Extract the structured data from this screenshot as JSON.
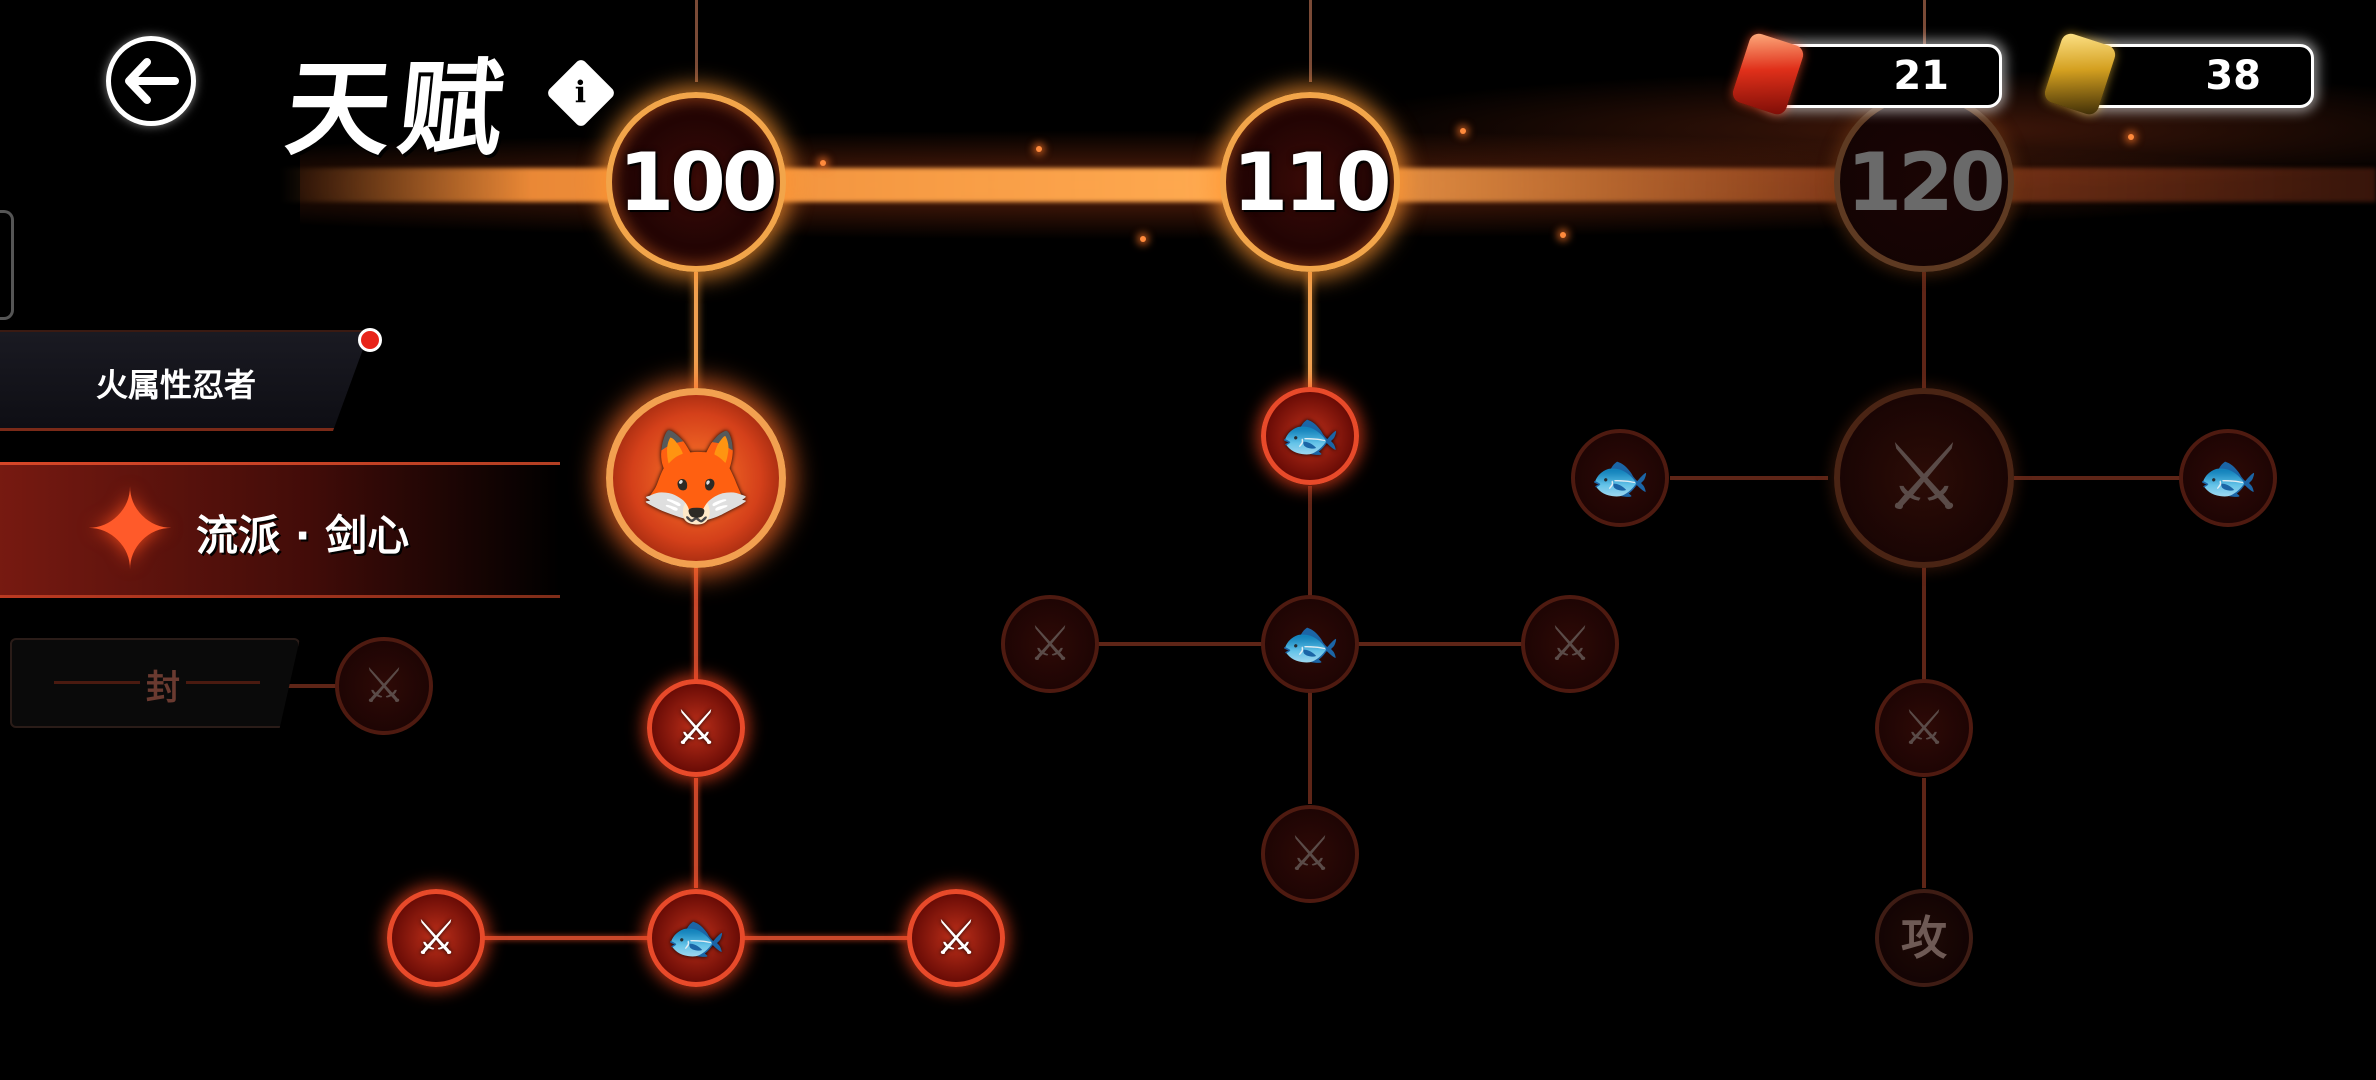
{
  "header": {
    "title": "天赋",
    "info_icon": "i",
    "back_icon": "←"
  },
  "currencies": [
    {
      "name": "red-gem",
      "value": "21",
      "color": "#e0301a"
    },
    {
      "name": "gold-gem",
      "value": "38",
      "color": "#d4a020"
    }
  ],
  "side_tabs": {
    "element_tab": "火属性忍者",
    "school_tab": "流派 · 剑心",
    "sealed_tab": "封"
  },
  "levels": [
    {
      "label": "100",
      "state": "unlocked"
    },
    {
      "label": "110",
      "state": "unlocked"
    },
    {
      "label": "120",
      "state": "locked"
    }
  ],
  "skill_glyphs": {
    "fox_dash": "🦊",
    "blade_up": "⚔",
    "scroll_fish": "🐟",
    "attack_text": "攻"
  },
  "colors": {
    "accent_orange": "#f2a54a",
    "active_red": "#e84a2a",
    "dim_red": "#4e1a10"
  }
}
